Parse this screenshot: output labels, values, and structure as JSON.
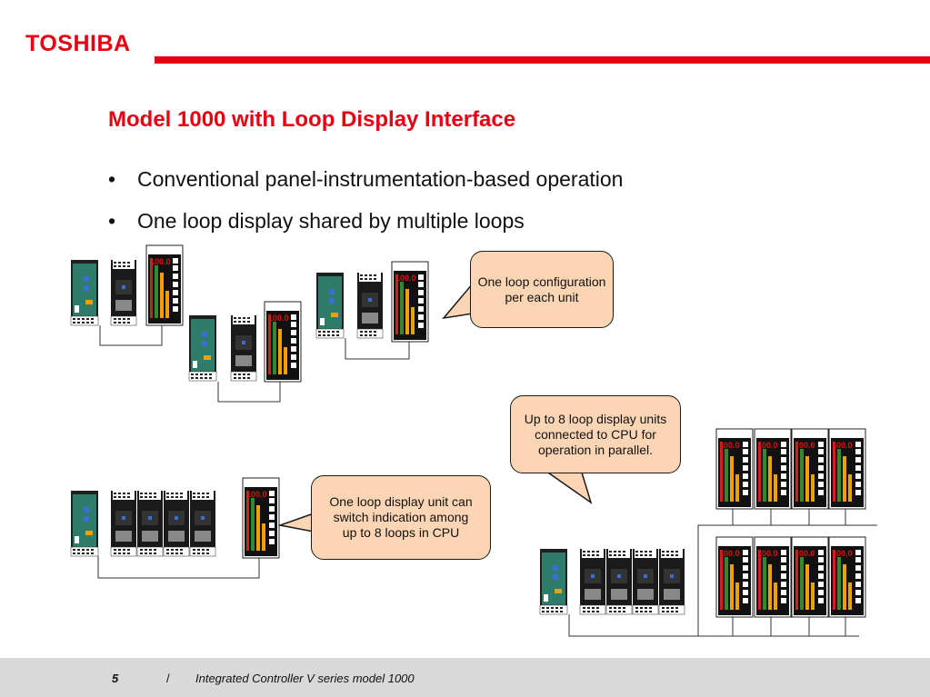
{
  "header": {
    "logo": "TOSHIBA",
    "brand_color": "#e60012"
  },
  "slide": {
    "title": "Model 1000 with Loop Display Interface",
    "bullets": [
      "Conventional panel-instrumentation-based operation",
      "One loop display shared by multiple loops"
    ]
  },
  "callouts": {
    "one_per_unit": "One loop configuration per each unit",
    "up_to_8": "Up to 8 loop display units connected to CPU for operation in parallel.",
    "shared_unit": "One loop display unit can switch indication among up to 8 loops in CPU"
  },
  "loop_display": {
    "value": "100.0"
  },
  "footer": {
    "page": "5",
    "separator": "/",
    "text": "Integrated Controller V series model 1000"
  },
  "colors": {
    "callout_fill": "#fcd5b4",
    "module_teal": "#2e7d6b",
    "display_red": "#e01010",
    "bar_green": "#2e8b2e",
    "bar_orange": "#f0a000",
    "footer_bg": "#d9d9d9"
  }
}
